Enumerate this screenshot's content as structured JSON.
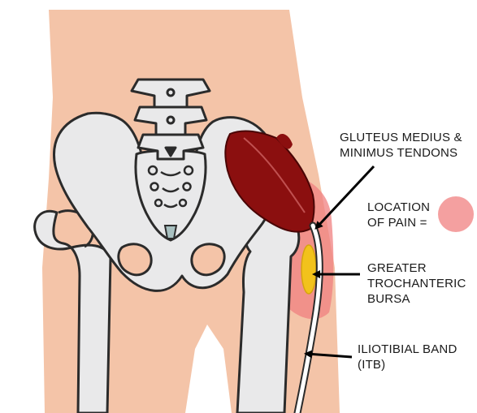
{
  "labels": {
    "tendons": "GLUTEUS MEDIUS &\nMINIMUS TENDONS",
    "pain": "LOCATION\nOF PAIN =",
    "bursa": "GREATER\nTROCHANTERIC\nBURSA",
    "itb": "ILIOTIBIAL BAND\n(ITB)"
  },
  "colors": {
    "skin": "#f4c4a8",
    "bone": "#e9e9ea",
    "bone_outline": "#2b2b2b",
    "muscle": "#8b0f0f",
    "pain": "#f08080",
    "bursa": "#f2c21b",
    "itb": "#ffffff"
  }
}
